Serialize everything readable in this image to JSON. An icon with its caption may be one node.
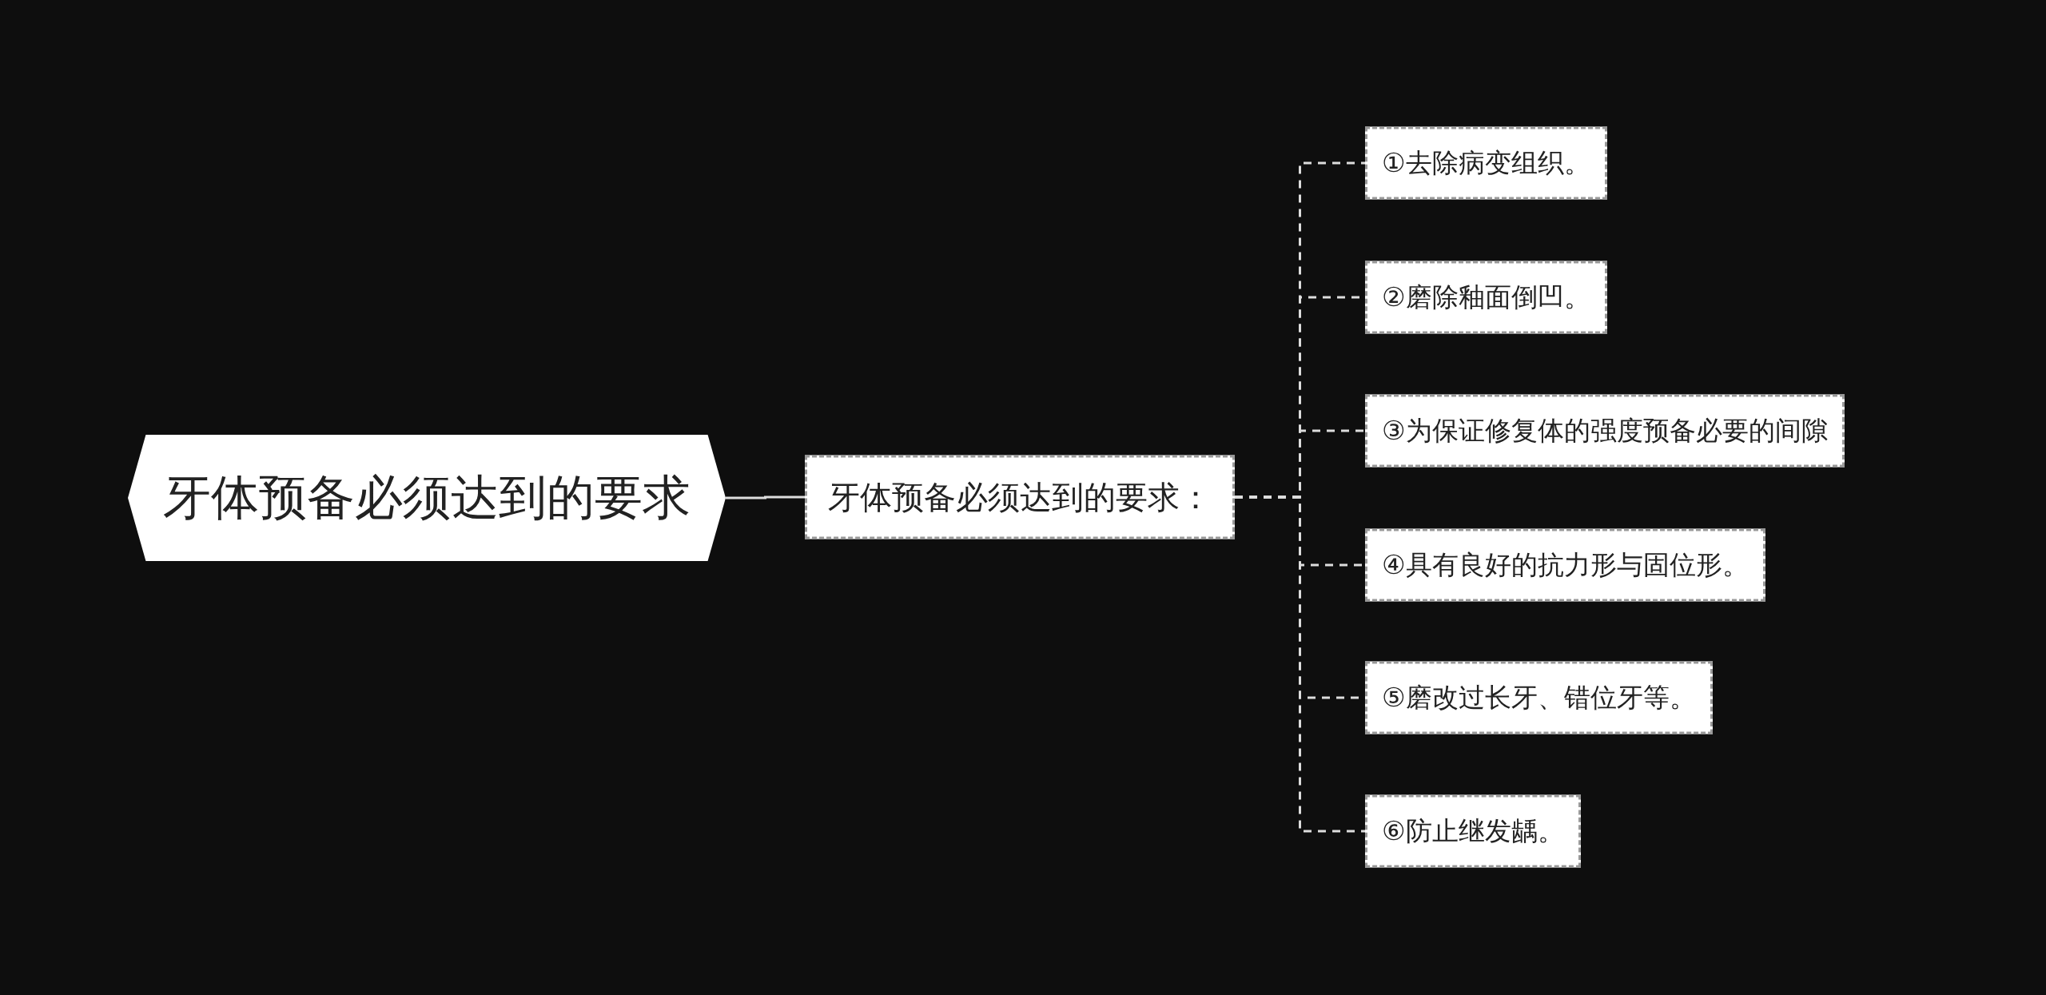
{
  "diagram": {
    "nodes": [
      {
        "text": [
          "牙体预备必须达到的要求"
        ]
      },
      {
        "text": [
          "牙体预备必须达到的要求："
        ]
      },
      {
        "text": [
          "①去除病变组织。"
        ]
      },
      {
        "text": [
          "②磨除釉面倒凹。"
        ]
      },
      {
        "text": [
          "③为保证修复体的强度预备必要的间隙"
        ]
      },
      {
        "text": [
          "④具有良好的抗力形与固位形。"
        ]
      },
      {
        "text": [
          "⑤磨改过长牙、错位牙等。"
        ]
      },
      {
        "text": [
          "⑥防止继发龋。"
        ]
      }
    ],
    "edges": [
      {
        "from": 0,
        "to": 1,
        "arrow": "none"
      },
      {
        "from": 1,
        "to": 2,
        "arrow": "none",
        "style": "dashed"
      },
      {
        "from": 1,
        "to": 3,
        "arrow": "none",
        "style": "dashed"
      },
      {
        "from": 1,
        "to": 4,
        "arrow": "none",
        "style": "dashed"
      },
      {
        "from": 1,
        "to": 5,
        "arrow": "none",
        "style": "dashed"
      },
      {
        "from": 1,
        "to": 6,
        "arrow": "none",
        "style": "dashed"
      },
      {
        "from": 1,
        "to": 7,
        "arrow": "none",
        "style": "dashed"
      }
    ]
  }
}
